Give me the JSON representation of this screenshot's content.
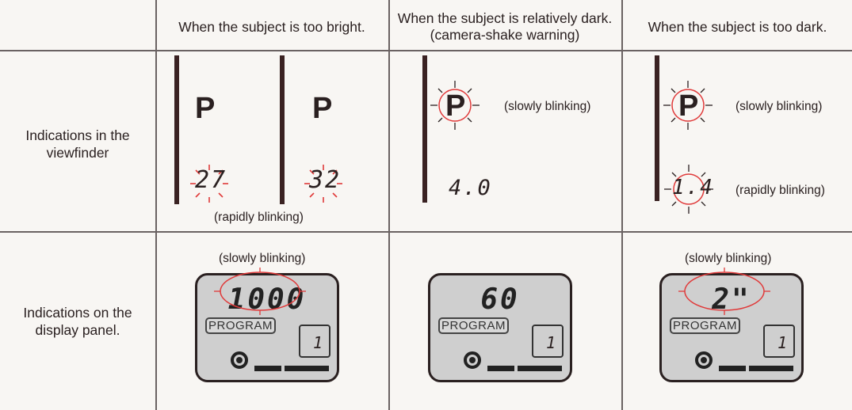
{
  "headers": [
    "When the subject is too bright.",
    "When the subject is relatively dark. (camera-shake warning)",
    "When the subject is too dark."
  ],
  "rows": {
    "viewfinder": "Indications in the viewfinder",
    "display": "Indications on the display panel."
  },
  "viewfinder": {
    "bright_a": {
      "mode": "P",
      "value": "27"
    },
    "bright_b": {
      "mode": "P",
      "value": "32"
    },
    "bright_note": "(rapidly blinking)",
    "dark": {
      "mode": "P",
      "value": "4.0",
      "mode_note": "(slowly blinking)"
    },
    "too_dark": {
      "mode": "P",
      "value": "1.4",
      "mode_note": "(slowly blinking)",
      "value_note": "(rapidly blinking)"
    }
  },
  "display": {
    "bright": {
      "note": "(slowly blinking)",
      "value": "1000",
      "program": "PROGRAM",
      "frame": "1"
    },
    "dark": {
      "value": "60",
      "program": "PROGRAM",
      "frame": "1"
    },
    "too_dark": {
      "note": "(slowly blinking)",
      "value": "2\"",
      "program": "PROGRAM",
      "frame": "1"
    }
  },
  "colors": {
    "blink": "#e03a3a",
    "line": "#6a6262",
    "bar": "#3a2222"
  }
}
